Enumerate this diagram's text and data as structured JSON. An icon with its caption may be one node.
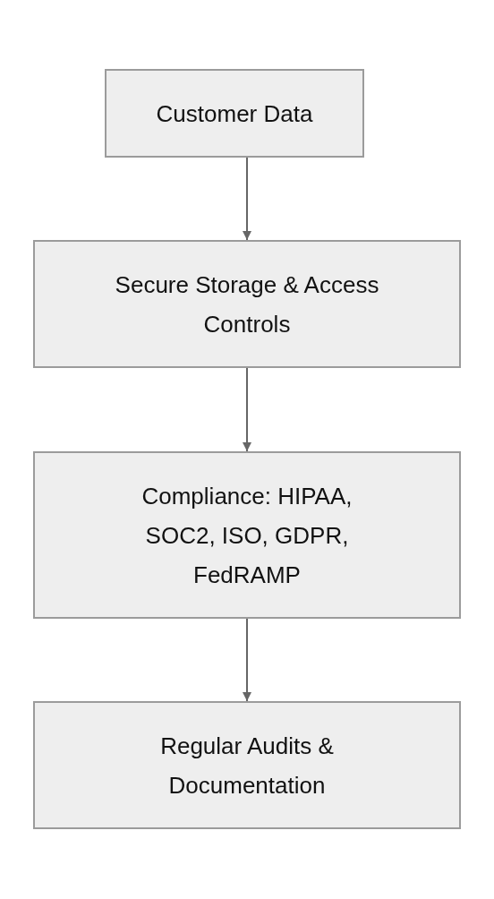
{
  "diagram": {
    "nodes": [
      {
        "text": [
          "Customer Data"
        ]
      },
      {
        "text": [
          "Secure Storage & Access Controls"
        ]
      },
      {
        "text": [
          "Compliance: HIPAA, SOC2, ISO, GDPR, FedRAMP"
        ]
      },
      {
        "text": [
          "Regular Audits & Documentation"
        ]
      }
    ],
    "edges": [
      {
        "from": 0,
        "to": 1,
        "arrow": "to"
      },
      {
        "from": 1,
        "to": 2,
        "arrow": "to"
      },
      {
        "from": 2,
        "to": 3,
        "arrow": "to"
      }
    ]
  }
}
